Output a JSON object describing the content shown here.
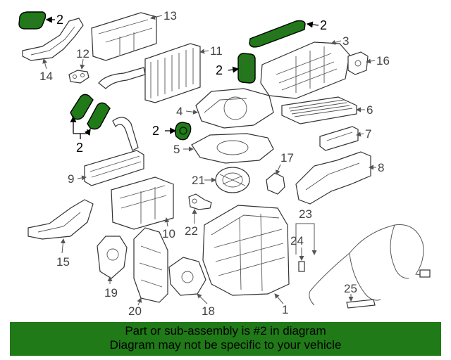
{
  "diagram": {
    "callouts": [
      "1",
      "2",
      "3",
      "4",
      "5",
      "6",
      "7",
      "8",
      "9",
      "10",
      "11",
      "12",
      "13",
      "14",
      "15",
      "16",
      "17",
      "18",
      "19",
      "20",
      "21",
      "22",
      "23",
      "24",
      "25"
    ]
  },
  "banner": {
    "line1": "Part or sub-assembly is #2 in diagram",
    "line2": "Diagram may not be specific to your vehicle"
  },
  "colors": {
    "highlight": "#1f7a17",
    "banner_bg": "#1f7a17"
  }
}
